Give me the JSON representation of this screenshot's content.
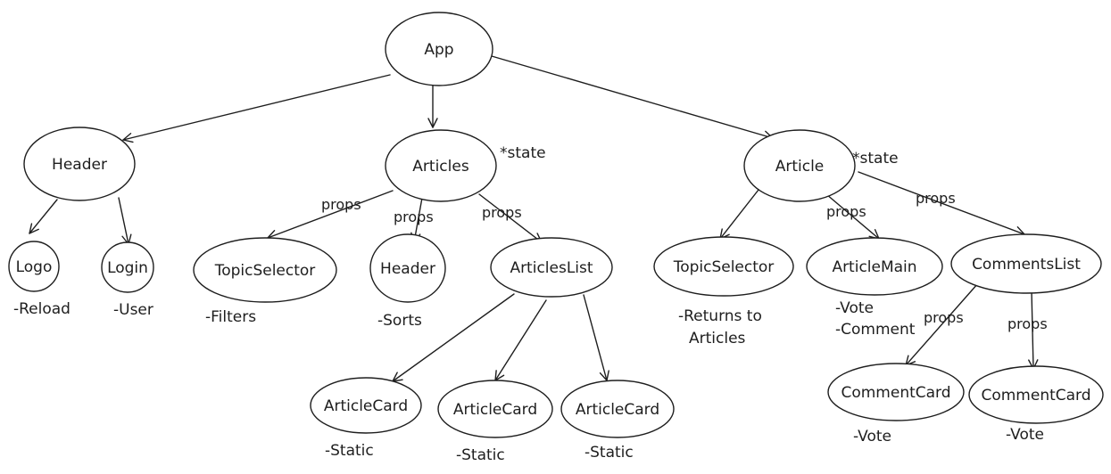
{
  "nodes": {
    "app": "App",
    "header": "Header",
    "logo": "Logo",
    "login": "Login",
    "articles": "Articles",
    "articles_topic": "TopicSelector",
    "articles_header": "Header",
    "articles_list": "ArticlesList",
    "card_1": "ArticleCard",
    "card_2": "ArticleCard",
    "card_3": "ArticleCard",
    "article": "Article",
    "article_topic": "TopicSelector",
    "article_main": "ArticleMain",
    "comments_list": "CommentsList",
    "comment_card_1": "CommentCard",
    "comment_card_2": "CommentCard"
  },
  "notes": {
    "articles_state": "*state",
    "article_state": "*state",
    "logo": "-Reload",
    "login": "-User",
    "articles_topic": "-Filters",
    "articles_header": "-Sorts",
    "card_1": "-Static",
    "card_2": "-Static",
    "card_3": "-Static",
    "article_topic_1": "-Returns to",
    "article_topic_2": "Articles",
    "article_main_1": "-Vote",
    "article_main_2": "-Comment",
    "comment_card_1": "-Vote",
    "comment_card_2": "-Vote"
  },
  "edge_labels": {
    "articles_to_topic": "props",
    "articles_to_header": "props",
    "articles_to_list": "props",
    "article_to_main": "props",
    "article_to_comments": "props",
    "comments_to_card_1": "props",
    "comments_to_card_2": "props"
  }
}
